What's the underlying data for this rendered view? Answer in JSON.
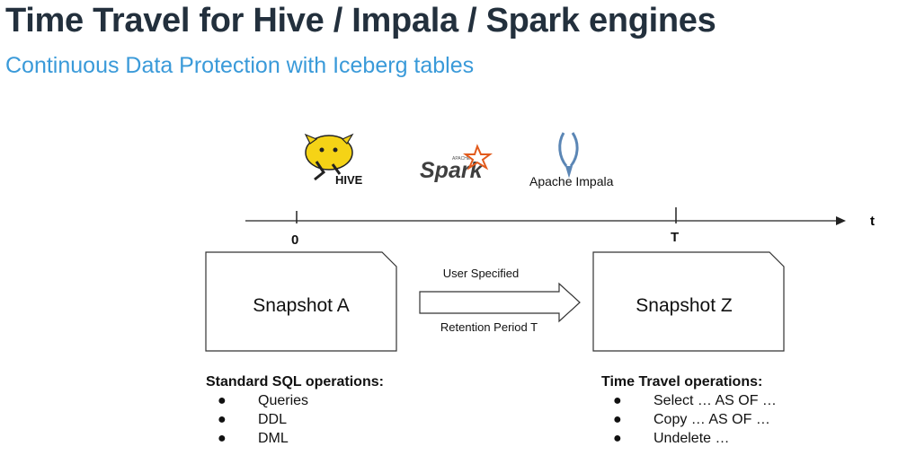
{
  "title": "Time Travel for Hive / Impala / Spark engines",
  "subtitle": "Continuous Data Protection with Iceberg tables",
  "logos": {
    "hive": {
      "icon": "hive-logo",
      "wordmark": "HIVE"
    },
    "spark": {
      "icon": "spark-logo",
      "wordmark": "Spark",
      "small": "APACHE"
    },
    "impala": {
      "icon": "impala-logo",
      "label": "Apache Impala"
    }
  },
  "timeline": {
    "axis_label": "t",
    "ticks": [
      {
        "label": "0"
      },
      {
        "label": "T"
      }
    ]
  },
  "snapshots": [
    {
      "label": "Snapshot A"
    },
    {
      "label": "Snapshot Z"
    }
  ],
  "arrow": {
    "top_label": "User Specified",
    "bottom_label": "Retention Period T"
  },
  "left_ops": {
    "heading": "Standard SQL operations:",
    "items": [
      "Queries",
      "DDL",
      "DML"
    ]
  },
  "right_ops": {
    "heading": "Time Travel operations:",
    "items": [
      "Select … AS OF …",
      "Copy … AS OF …",
      "Undelete …"
    ]
  },
  "colors": {
    "title": "#23303d",
    "subtitle": "#3a9ad9",
    "spark_orange": "#e25a1c",
    "hive_yellow": "#f5d316",
    "impala_blue": "#5b86b5"
  }
}
